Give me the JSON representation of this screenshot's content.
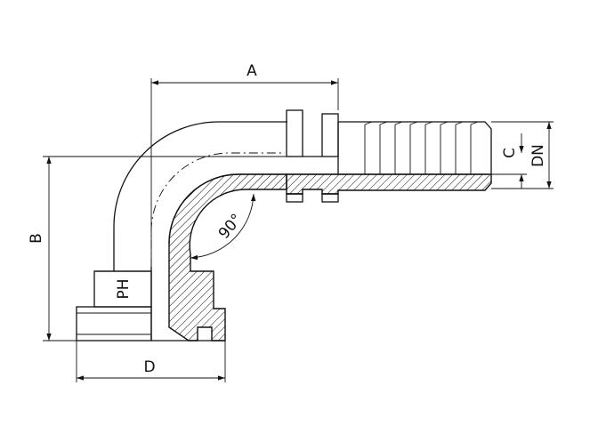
{
  "labels": {
    "dim_a": "A",
    "dim_b": "B",
    "dim_c": "C",
    "dim_d": "D",
    "dim_dn": "DN",
    "angle": "90°",
    "ph": "PH"
  },
  "colors": {
    "stroke": "#111111",
    "background": "#ffffff"
  }
}
